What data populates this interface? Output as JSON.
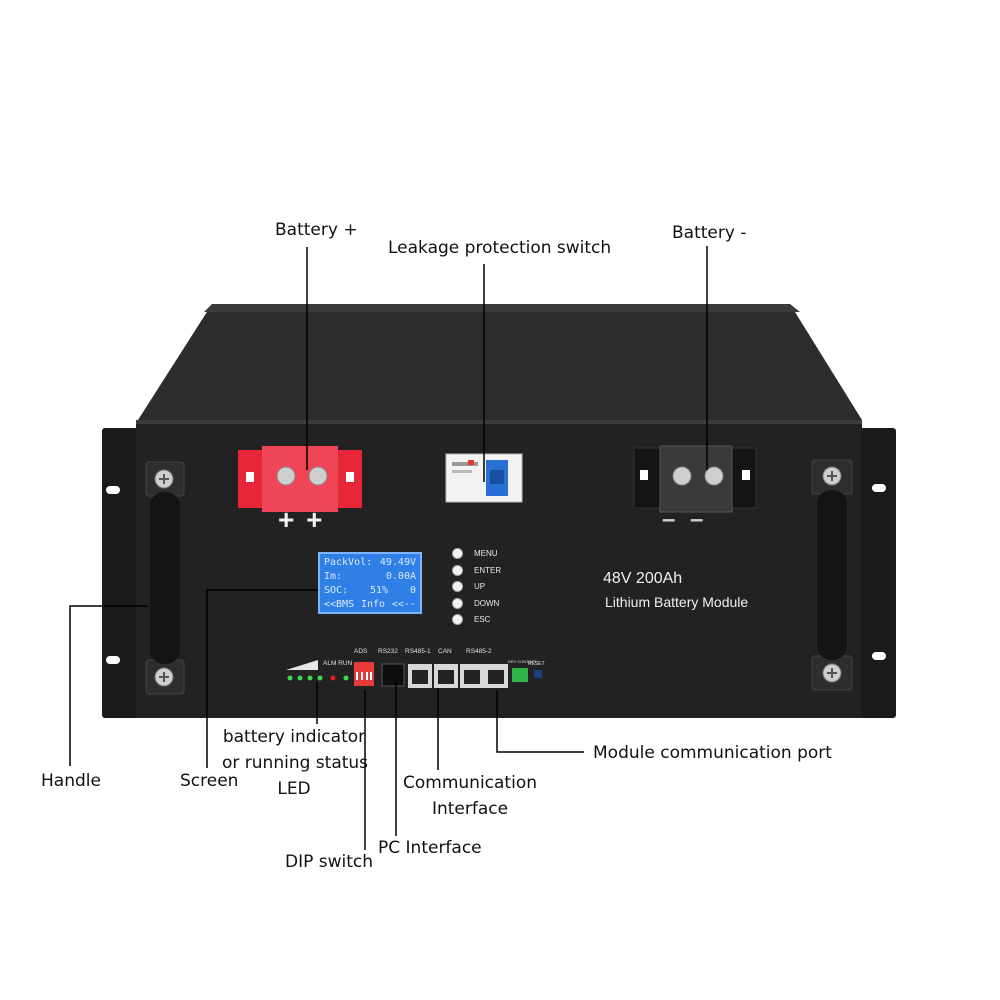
{
  "labels": {
    "battery_plus": "Battery +",
    "leakage_switch": "Leakage protection switch",
    "battery_minus": "Battery -",
    "handle": "Handle",
    "screen": "Screen",
    "battery_indicator": [
      "battery indicator",
      "or running status",
      "LED"
    ],
    "communication_interface": [
      "Communication",
      "Interface"
    ],
    "module_comm_port": "Module communication port",
    "dip_switch": "DIP switch",
    "pc_interface": "PC Interface"
  },
  "panel": {
    "model": "48V 200Ah",
    "description": "Lithium Battery Module",
    "plus_marks": "+ +",
    "minus_marks": "– –"
  },
  "lcd": {
    "row1_label": "PackVol:",
    "row1_value": "49.49V",
    "row2_label": "Im:",
    "row2_value": "0.00A",
    "row3_label": "SOC:",
    "row3_value": "51%",
    "row3_extra": "0",
    "row4_left": "<<BMS",
    "row4_mid": "Info",
    "row4_right": "<<--"
  },
  "keys": [
    "MENU",
    "ENTER",
    "UP",
    "DOWN",
    "ESC"
  ],
  "ports": {
    "ads": "ADS",
    "rs232": "RS232",
    "rs485_1": "RS485-1",
    "can": "CAN",
    "rs485_2": "RS485-2",
    "dry_contact": "DRY CONTACT",
    "reset": "RESET",
    "alm_run": "ALM RUN"
  },
  "colors": {
    "chassis_top": "#2b2b2b",
    "front_panel": "#1e1e1e",
    "terminal_red": "#e8263a",
    "lcd_blue": "#2f7fe6",
    "breaker_blue": "#2a6fd6",
    "led_green": "#3bdc4b",
    "led_red": "#e02020"
  }
}
